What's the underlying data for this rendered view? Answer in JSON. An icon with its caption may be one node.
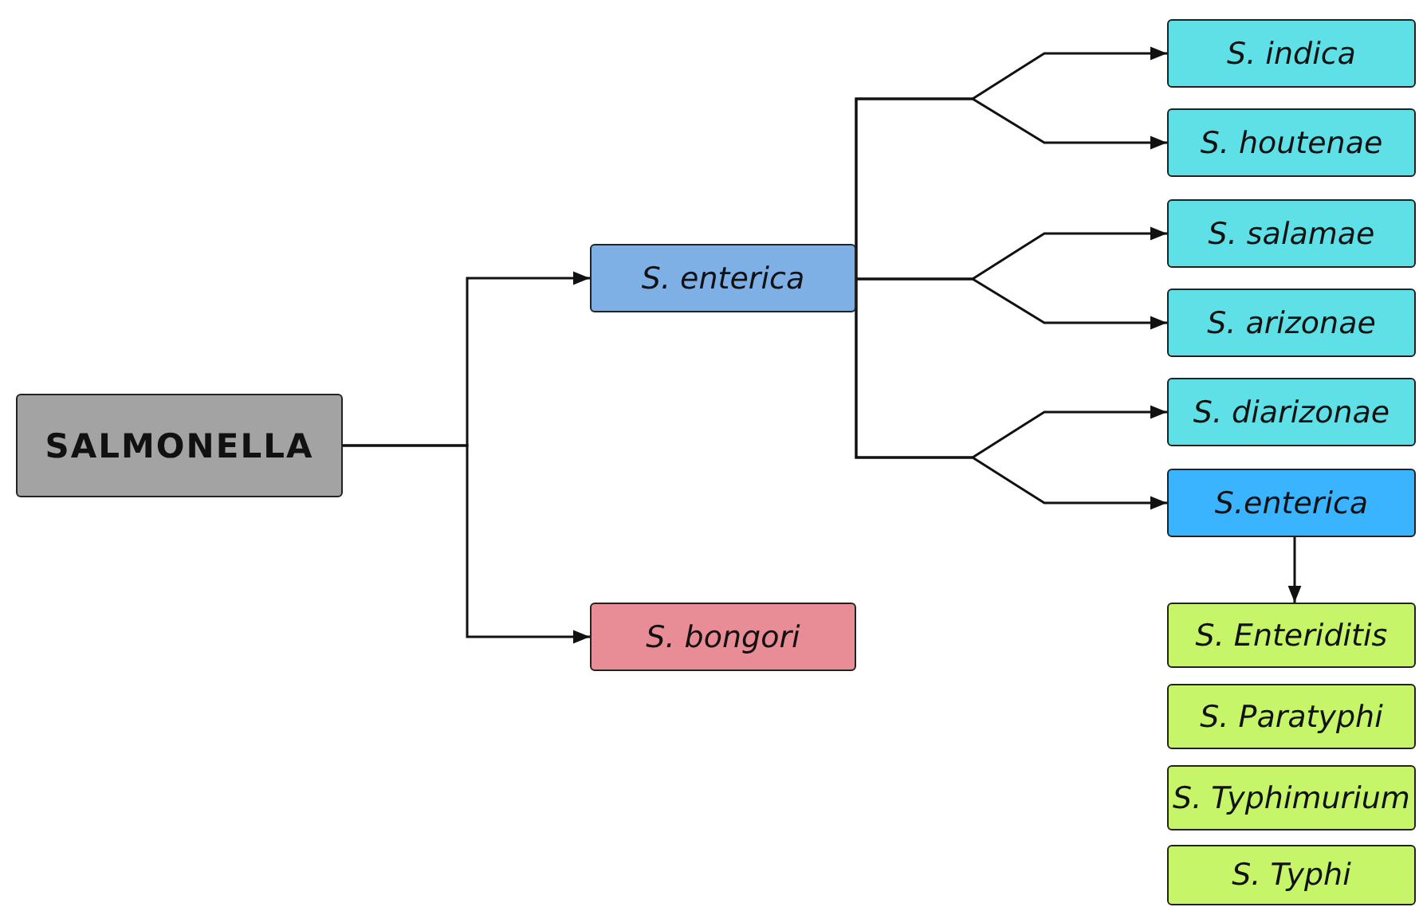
{
  "diagram": {
    "nodes": [
      {
        "text": [
          "SALMONELLA"
        ]
      },
      {
        "text": [
          "S. enterica"
        ]
      },
      {
        "text": [
          "S. bongori"
        ]
      },
      {
        "text": [
          "S. indica"
        ]
      },
      {
        "text": [
          "S. houtenae"
        ]
      },
      {
        "text": [
          "S. salamae"
        ]
      },
      {
        "text": [
          "S. arizonae"
        ]
      },
      {
        "text": [
          "S. diarizonae"
        ]
      },
      {
        "text": [
          "S.enterica"
        ]
      },
      {
        "text": [
          "S. Enteriditis"
        ]
      },
      {
        "text": [
          "S. Paratyphi"
        ]
      },
      {
        "text": [
          "S. Typhimurium"
        ]
      },
      {
        "text": [
          "S. Typhi"
        ]
      }
    ],
    "edges": [
      {
        "from": 0,
        "to": 1,
        "arrow": "to"
      },
      {
        "from": 0,
        "to": 2,
        "arrow": "to"
      },
      {
        "from": 1,
        "to": 3,
        "arrow": "to"
      },
      {
        "from": 1,
        "to": 4,
        "arrow": "to"
      },
      {
        "from": 1,
        "to": 5,
        "arrow": "to"
      },
      {
        "from": 1,
        "to": 6,
        "arrow": "to"
      },
      {
        "from": 1,
        "to": 7,
        "arrow": "to"
      },
      {
        "from": 1,
        "to": 8,
        "arrow": "to"
      },
      {
        "from": 8,
        "to": 9,
        "arrow": "to"
      }
    ]
  }
}
